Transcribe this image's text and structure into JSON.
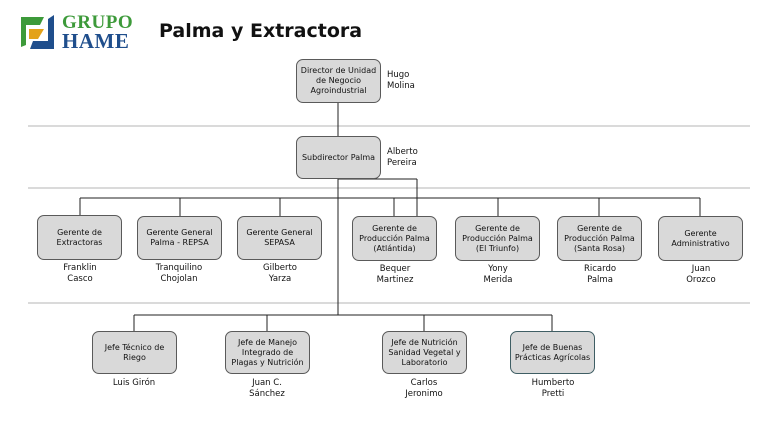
{
  "header": {
    "logo_line1": "GRUPO",
    "logo_line2": "HAME",
    "title": "Palma y Extractora"
  },
  "colors": {
    "box_fill": "#d9d9d9",
    "box_border": "#5a5a5a",
    "logo_green": "#3d9a3a",
    "logo_blue": "#1f4e8c"
  },
  "director": {
    "role": "Director de Unidad de Negocio Agroindustrial",
    "person": "Hugo Molina"
  },
  "subdirector": {
    "role": "Subdirector Palma",
    "person": "Alberto Pereira"
  },
  "managers": [
    {
      "role": "Gerente de Extractoras",
      "person": "Franklin Casco"
    },
    {
      "role": "Gerente General Palma - REPSA",
      "person": "Tranquilino Chojolan"
    },
    {
      "role": "Gerente General SEPASA",
      "person": "Gilberto Yarza"
    },
    {
      "role": "Gerente de Producción Palma (Atlántida)",
      "person": "Bequer Martinez"
    },
    {
      "role": "Gerente de Producción Palma (El Triunfo)",
      "person": "Yony Merida"
    },
    {
      "role": "Gerente de Producción Palma (Santa Rosa)",
      "person": "Ricardo Palma"
    },
    {
      "role": "Gerente Administrativo",
      "person": "Juan Orozco"
    }
  ],
  "chiefs": [
    {
      "role": "Jefe Técnico de Riego",
      "person": "Luis Girón"
    },
    {
      "role": "Jefe de Manejo Integrado de Plagas y Nutrición",
      "person": "Juan C. Sánchez"
    },
    {
      "role": "Jefe de Nutrición Sanidad Vegetal y Laboratorio",
      "person": "Carlos Jeronimo"
    },
    {
      "role": "Jefe de Buenas Prácticas Agrícolas",
      "person": "Humberto Pretti"
    }
  ]
}
